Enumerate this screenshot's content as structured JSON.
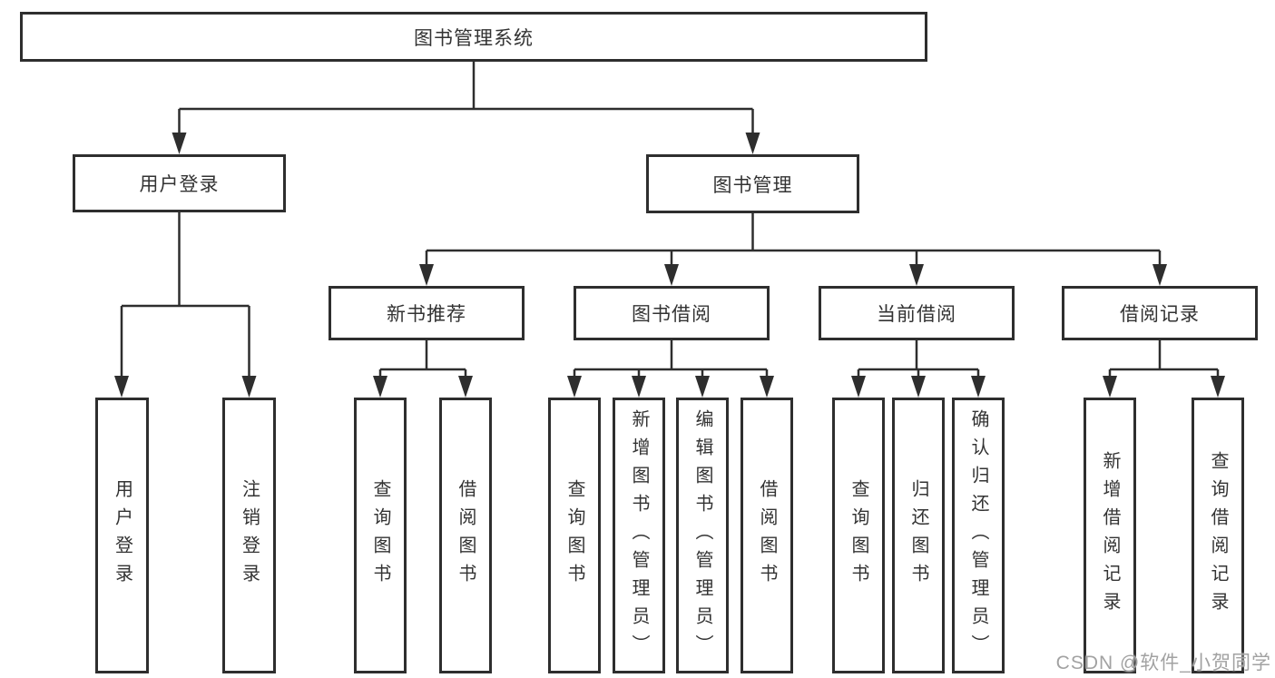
{
  "diagram": {
    "root": "图书管理系统",
    "level2": [
      {
        "label": "用户登录"
      },
      {
        "label": "图书管理"
      }
    ],
    "level3": [
      {
        "label": "新书推荐"
      },
      {
        "label": "图书借阅"
      },
      {
        "label": "当前借阅"
      },
      {
        "label": "借阅记录"
      }
    ],
    "leaves": {
      "user_login": [
        "用户登录",
        "注销登录"
      ],
      "new_books": [
        "查询图书",
        "借阅图书"
      ],
      "book_borrow": [
        "查询图书",
        "新增图书（管理员）",
        "编辑图书（管理员）",
        "借阅图书"
      ],
      "current_borrow": [
        "查询图书",
        "归还图书",
        "确认归还（管理员）"
      ],
      "borrow_records": [
        "新增借阅记录",
        "查询借阅记录"
      ]
    }
  },
  "watermark": "CSDN @软件_小贺同学",
  "colors": {
    "line": "#2e2e2e",
    "text": "#333333",
    "background": "#ffffff",
    "watermark": "#a2a2a2"
  }
}
